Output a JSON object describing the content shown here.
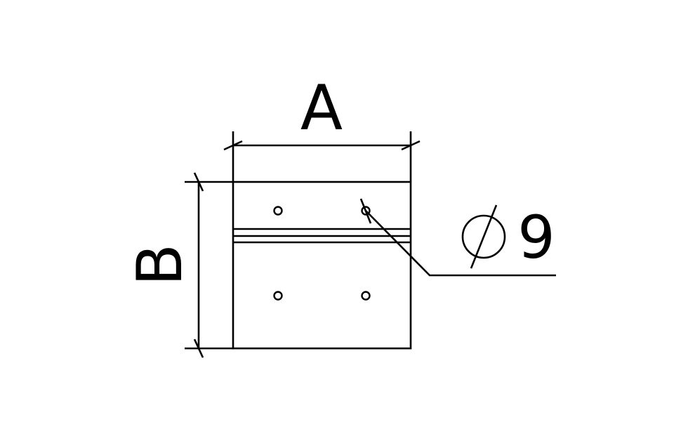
{
  "dimensions": {
    "width_label": "A",
    "height_label": "B"
  },
  "callout": {
    "diameter_symbol": "diameter-symbol",
    "value": "9"
  },
  "colors": {
    "line": "#000000",
    "background": "#ffffff"
  }
}
